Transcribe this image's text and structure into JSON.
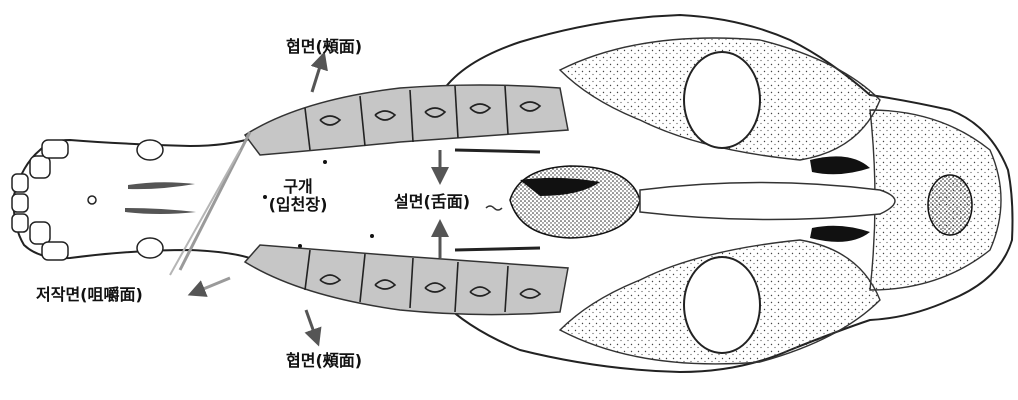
{
  "labels": {
    "buccal_top": "협면(頰面)",
    "buccal_bottom": "협면(頰面)",
    "palate_line1": "구개",
    "palate_line2": "(입천장)",
    "lingual": "설면(舌面)",
    "occlusal": "저작면(咀嚼面)"
  },
  "colors": {
    "ink": "#111111",
    "arrow": "#555555",
    "tooth_band": "#b9b9b9"
  }
}
